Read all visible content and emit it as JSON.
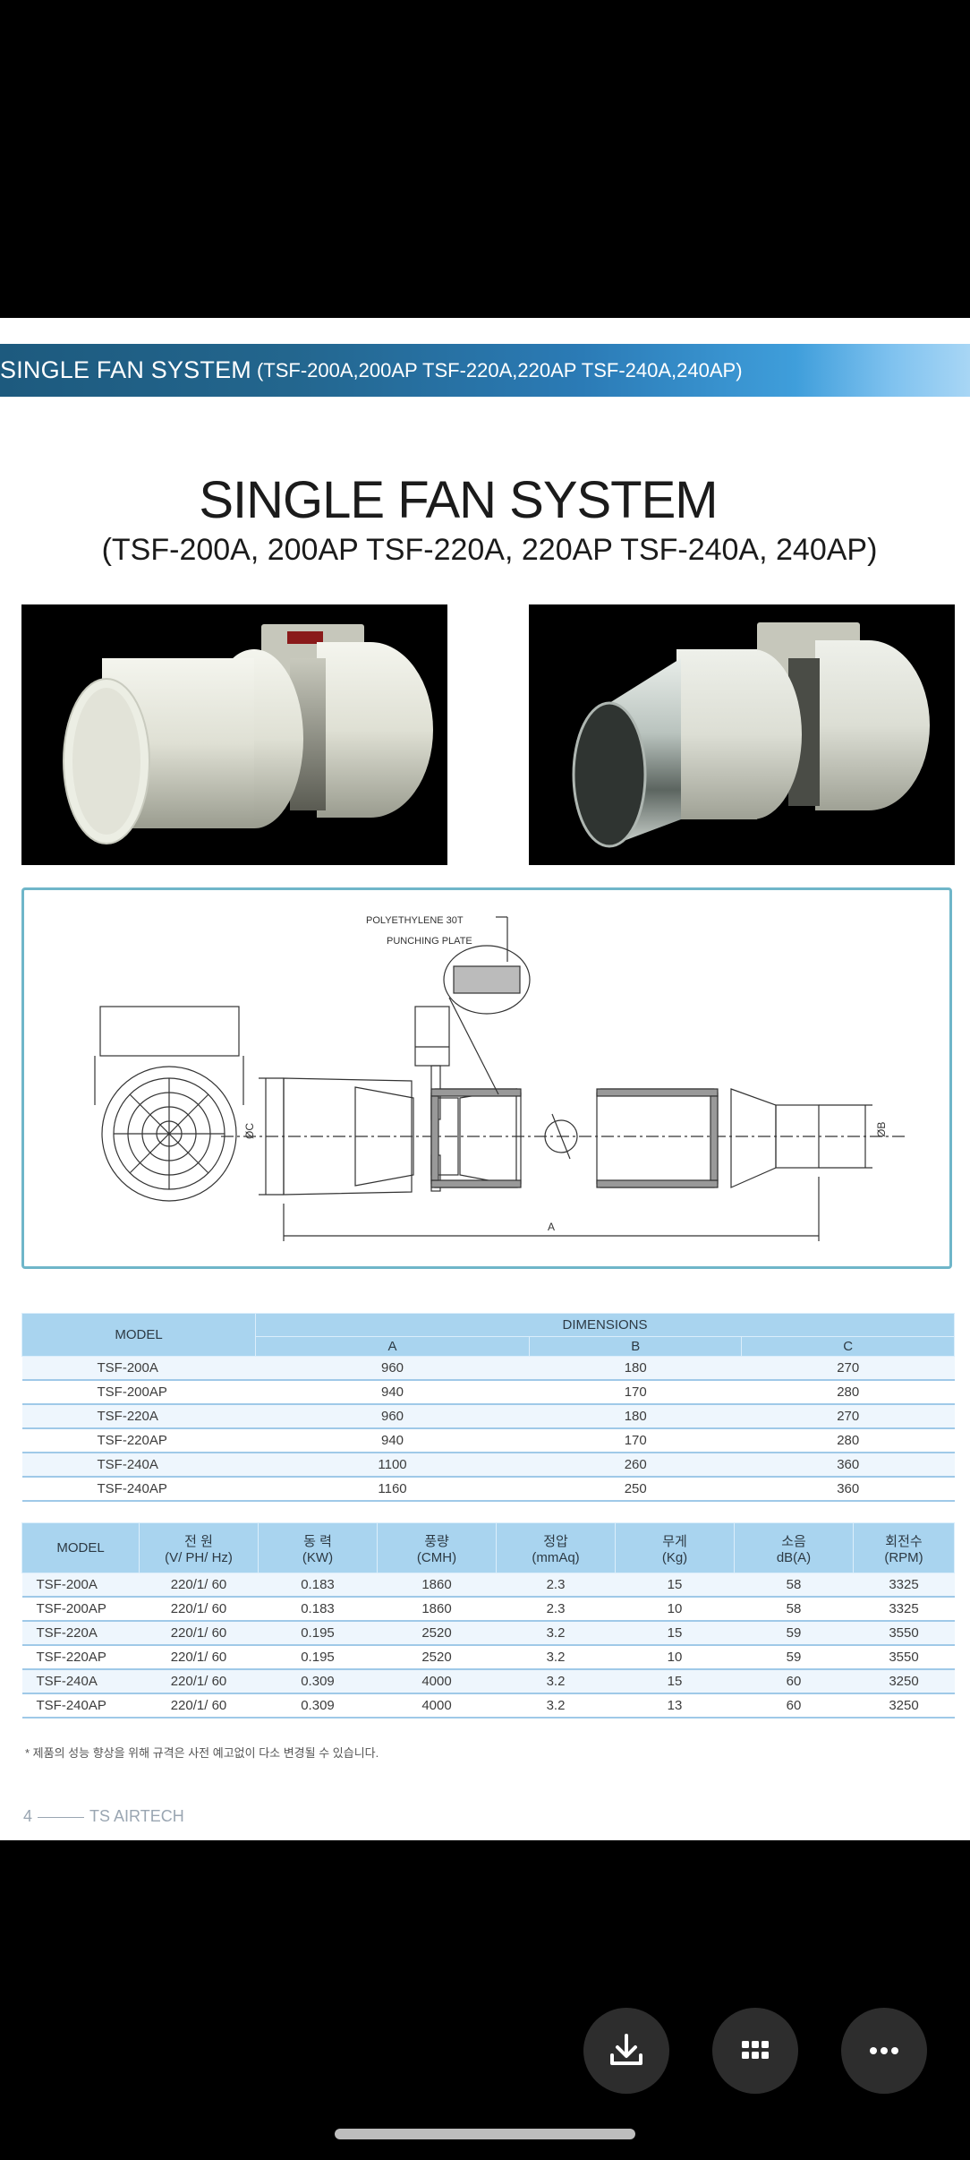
{
  "header": {
    "title": "SINGLE FAN SYSTEM",
    "subtitle": "(TSF-200A,200AP TSF-220A,220AP TSF-240A,240AP)"
  },
  "main_title": "SINGLE FAN SYSTEM",
  "main_subtitle": "(TSF-200A, 200AP TSF-220A, 220AP  TSF-240A, 240AP)",
  "drawing": {
    "label_top1": "POLYETHYLENE 30T",
    "label_top2": "PUNCHING PLATE",
    "dim_c": "ØC",
    "dim_b": "ØB",
    "dim_a": "A"
  },
  "dimensions_table": {
    "model_header": "MODEL",
    "group_header": "DIMENSIONS",
    "columns": [
      "A",
      "B",
      "C"
    ],
    "rows": [
      [
        "TSF-200A",
        "960",
        "180",
        "270"
      ],
      [
        "TSF-200AP",
        "940",
        "170",
        "280"
      ],
      [
        "TSF-220A",
        "960",
        "180",
        "270"
      ],
      [
        "TSF-220AP",
        "940",
        "170",
        "280"
      ],
      [
        "TSF-240A",
        "1100",
        "260",
        "360"
      ],
      [
        "TSF-240AP",
        "1160",
        "250",
        "360"
      ]
    ]
  },
  "specs_table": {
    "headers": [
      [
        "MODEL",
        ""
      ],
      [
        "전 원",
        "(V/ PH/ Hz)"
      ],
      [
        "동 력",
        "(KW)"
      ],
      [
        "풍량",
        "(CMH)"
      ],
      [
        "정압",
        "(mmAq)"
      ],
      [
        "무게",
        "(Kg)"
      ],
      [
        "소음",
        "dB(A)"
      ],
      [
        "회전수",
        "(RPM)"
      ]
    ],
    "rows": [
      [
        "TSF-200A",
        "220/1/ 60",
        "0.183",
        "1860",
        "2.3",
        "15",
        "58",
        "3325"
      ],
      [
        "TSF-200AP",
        "220/1/ 60",
        "0.183",
        "1860",
        "2.3",
        "10",
        "58",
        "3325"
      ],
      [
        "TSF-220A",
        "220/1/ 60",
        "0.195",
        "2520",
        "3.2",
        "15",
        "59",
        "3550"
      ],
      [
        "TSF-220AP",
        "220/1/ 60",
        "0.195",
        "2520",
        "3.2",
        "10",
        "59",
        "3550"
      ],
      [
        "TSF-240A",
        "220/1/ 60",
        "0.309",
        "4000",
        "3.2",
        "15",
        "60",
        "3250"
      ],
      [
        "TSF-240AP",
        "220/1/ 60",
        "0.309",
        "4000",
        "3.2",
        "13",
        "60",
        "3250"
      ]
    ]
  },
  "note": "* 제품의 성능 향상을 위해 규격은 사전 예고없이 다소 변경될 수 있습니다.",
  "footer": {
    "page": "4",
    "brand": "TS AIRTECH"
  },
  "actions": {
    "download": "download-icon",
    "grid": "grid-icon",
    "more": "more-icon"
  }
}
